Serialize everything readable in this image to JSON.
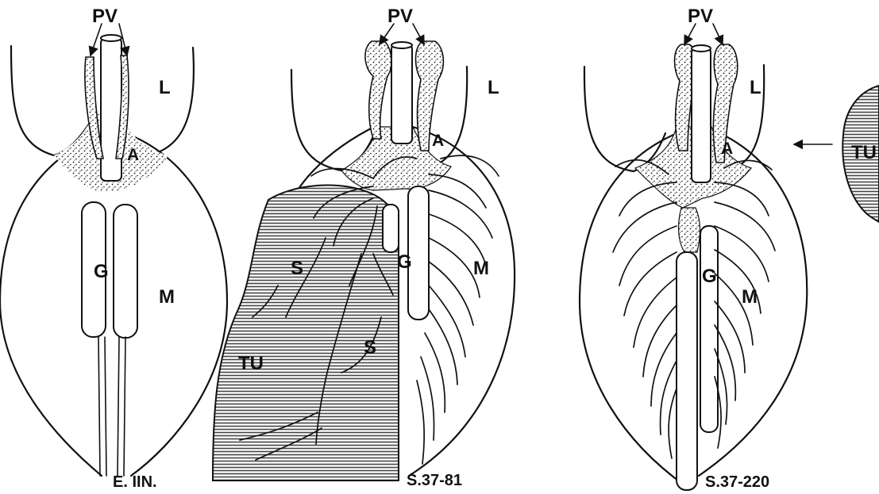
{
  "panels": [
    {
      "caption": "E. IIN.",
      "labels": {
        "pv": "PV",
        "l": "L",
        "a": "A",
        "g": "G",
        "m": "M"
      }
    },
    {
      "caption": "S.37-81",
      "labels": {
        "pv": "PV",
        "l": "L",
        "a": "A",
        "g": "G",
        "m": "M",
        "s1": "S",
        "s2": "S",
        "tu": "TU"
      }
    },
    {
      "caption": "S.37-220",
      "labels": {
        "pv": "PV",
        "l": "L",
        "a": "A",
        "g": "G",
        "m": "M"
      }
    },
    {
      "labels": {
        "tu": "TU"
      }
    }
  ],
  "colors": {
    "ink": "#111111",
    "background": "#ffffff"
  },
  "icons": [
    "arrow-left-icon"
  ]
}
